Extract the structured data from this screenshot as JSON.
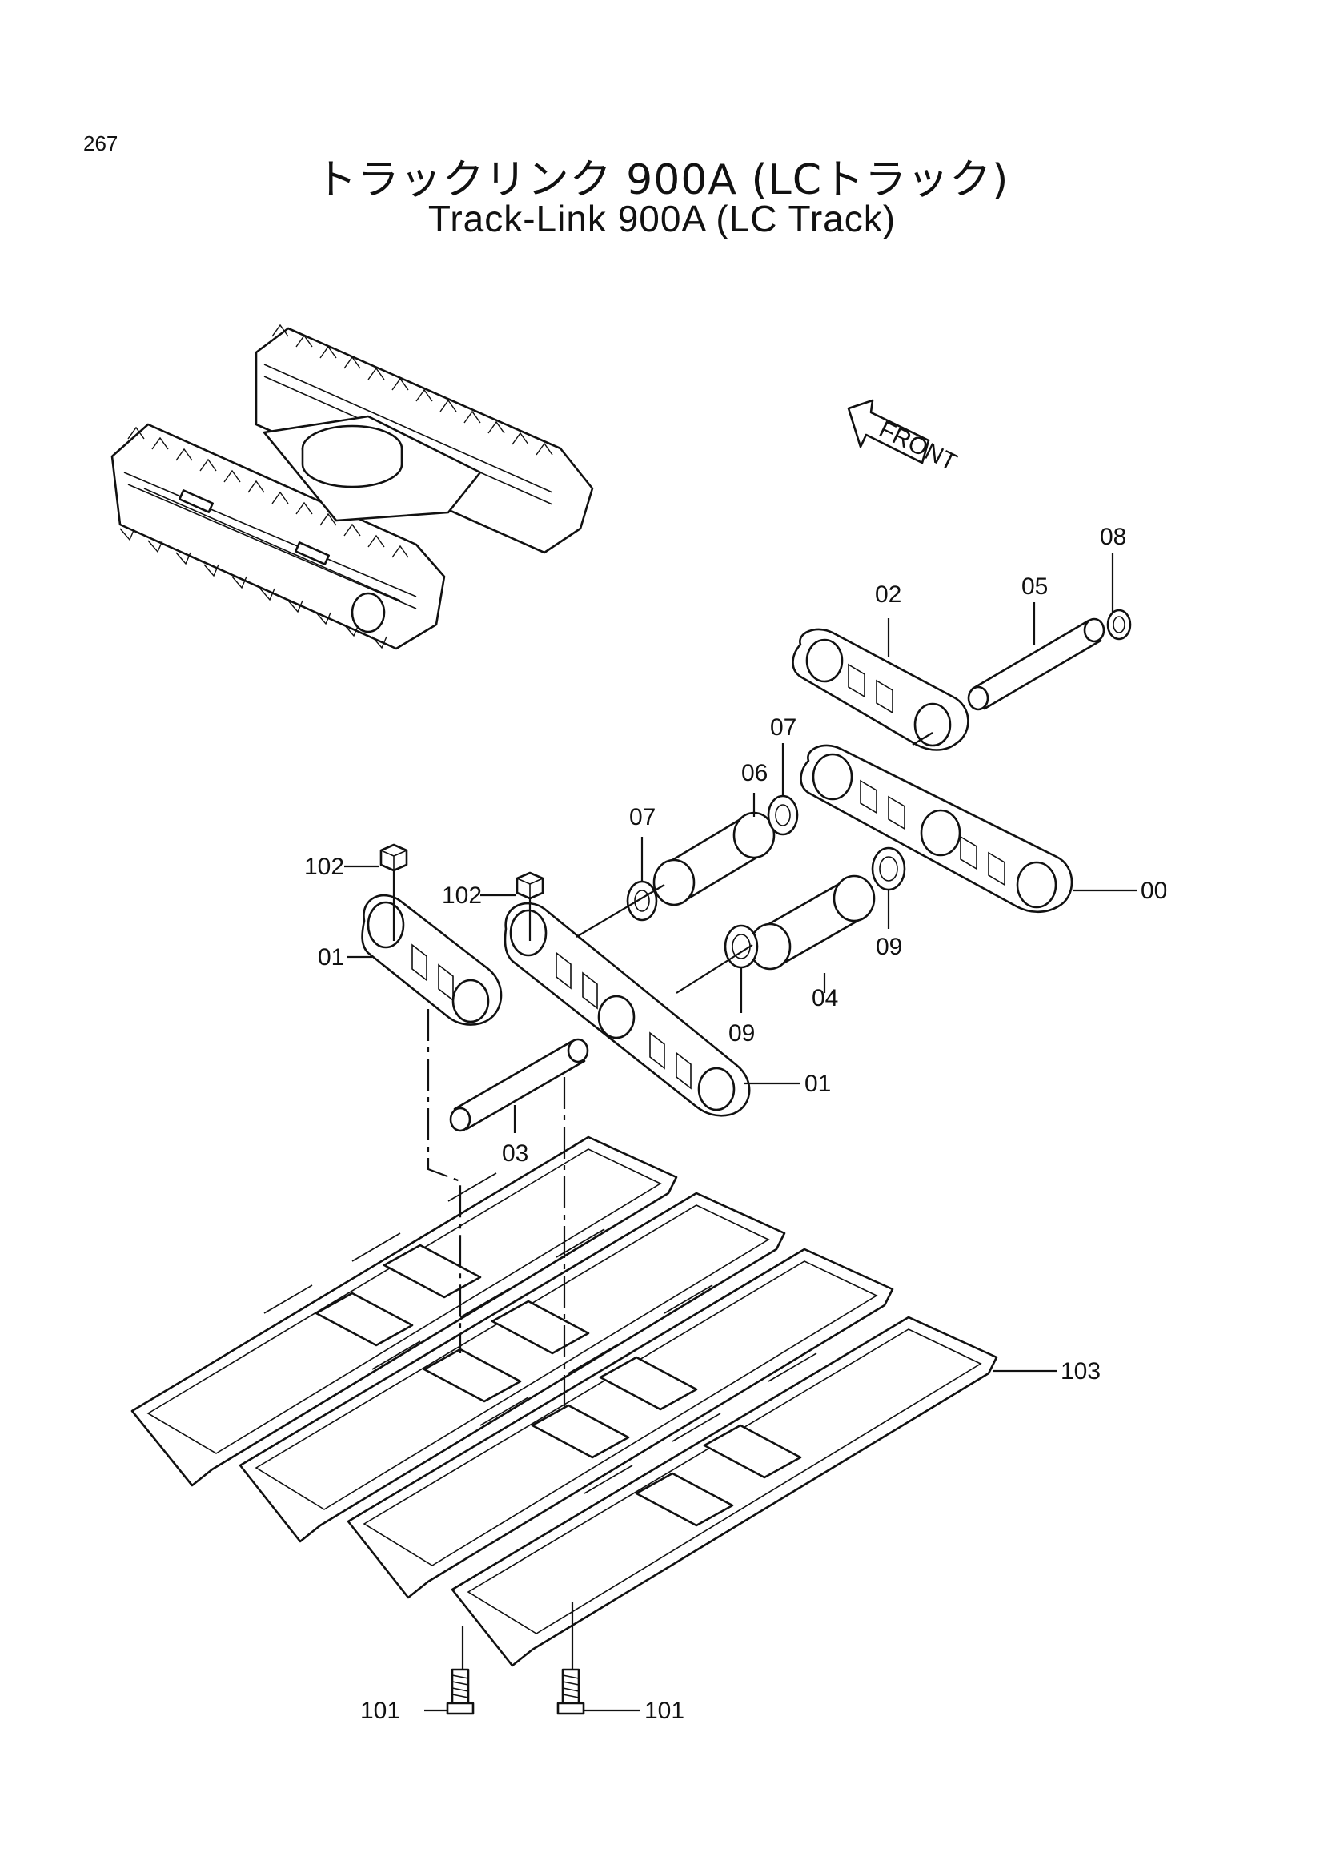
{
  "page_number": "267",
  "title_jp": "トラックリンク 900A (LCトラック)",
  "title_en": "Track-Link 900A (LC Track)",
  "front_label": "FRONT",
  "callouts": {
    "c00": "00",
    "c01a": "01",
    "c01b": "01",
    "c02": "02",
    "c03": "03",
    "c04": "04",
    "c05": "05",
    "c06": "06",
    "c07a": "07",
    "c07b": "07",
    "c08": "08",
    "c09a": "09",
    "c09b": "09",
    "c101a": "101",
    "c101b": "101",
    "c102a": "102",
    "c102b": "102",
    "c103": "103"
  }
}
